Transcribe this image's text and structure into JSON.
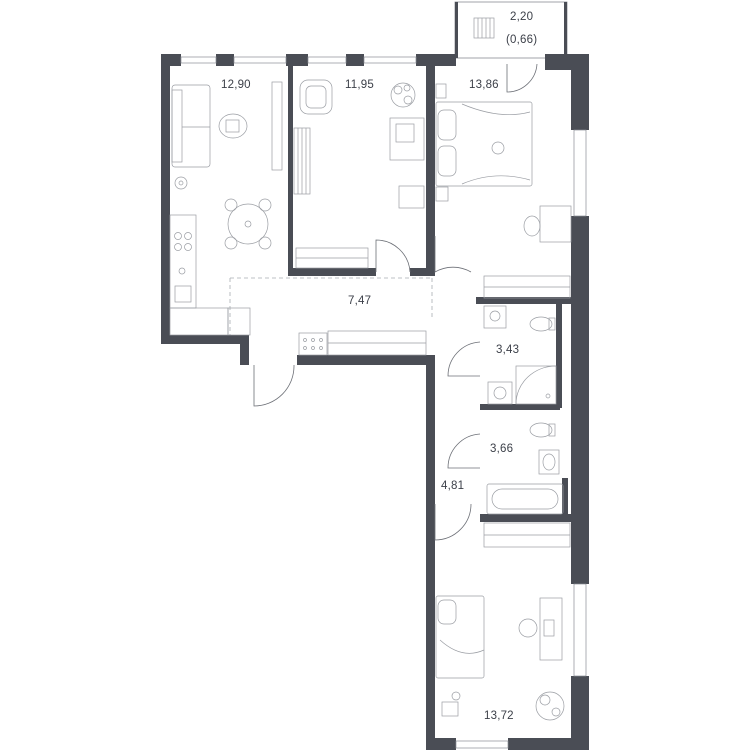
{
  "rooms": [
    {
      "id": "living-kitchen",
      "area": "12,90"
    },
    {
      "id": "bedroom-1",
      "area": "11,95"
    },
    {
      "id": "bedroom-2",
      "area": "13,86"
    },
    {
      "id": "balcony",
      "area": "2,20",
      "sub": "(0,66)"
    },
    {
      "id": "hall",
      "area": "7,47"
    },
    {
      "id": "bathroom-1",
      "area": "3,43"
    },
    {
      "id": "bathroom-2",
      "area": "3,66"
    },
    {
      "id": "corridor",
      "area": "4,81"
    },
    {
      "id": "bedroom-3",
      "area": "13,72"
    }
  ],
  "colors": {
    "wall": "#4a4d55",
    "line": "#8a8d94",
    "text": "#3b3f48"
  }
}
